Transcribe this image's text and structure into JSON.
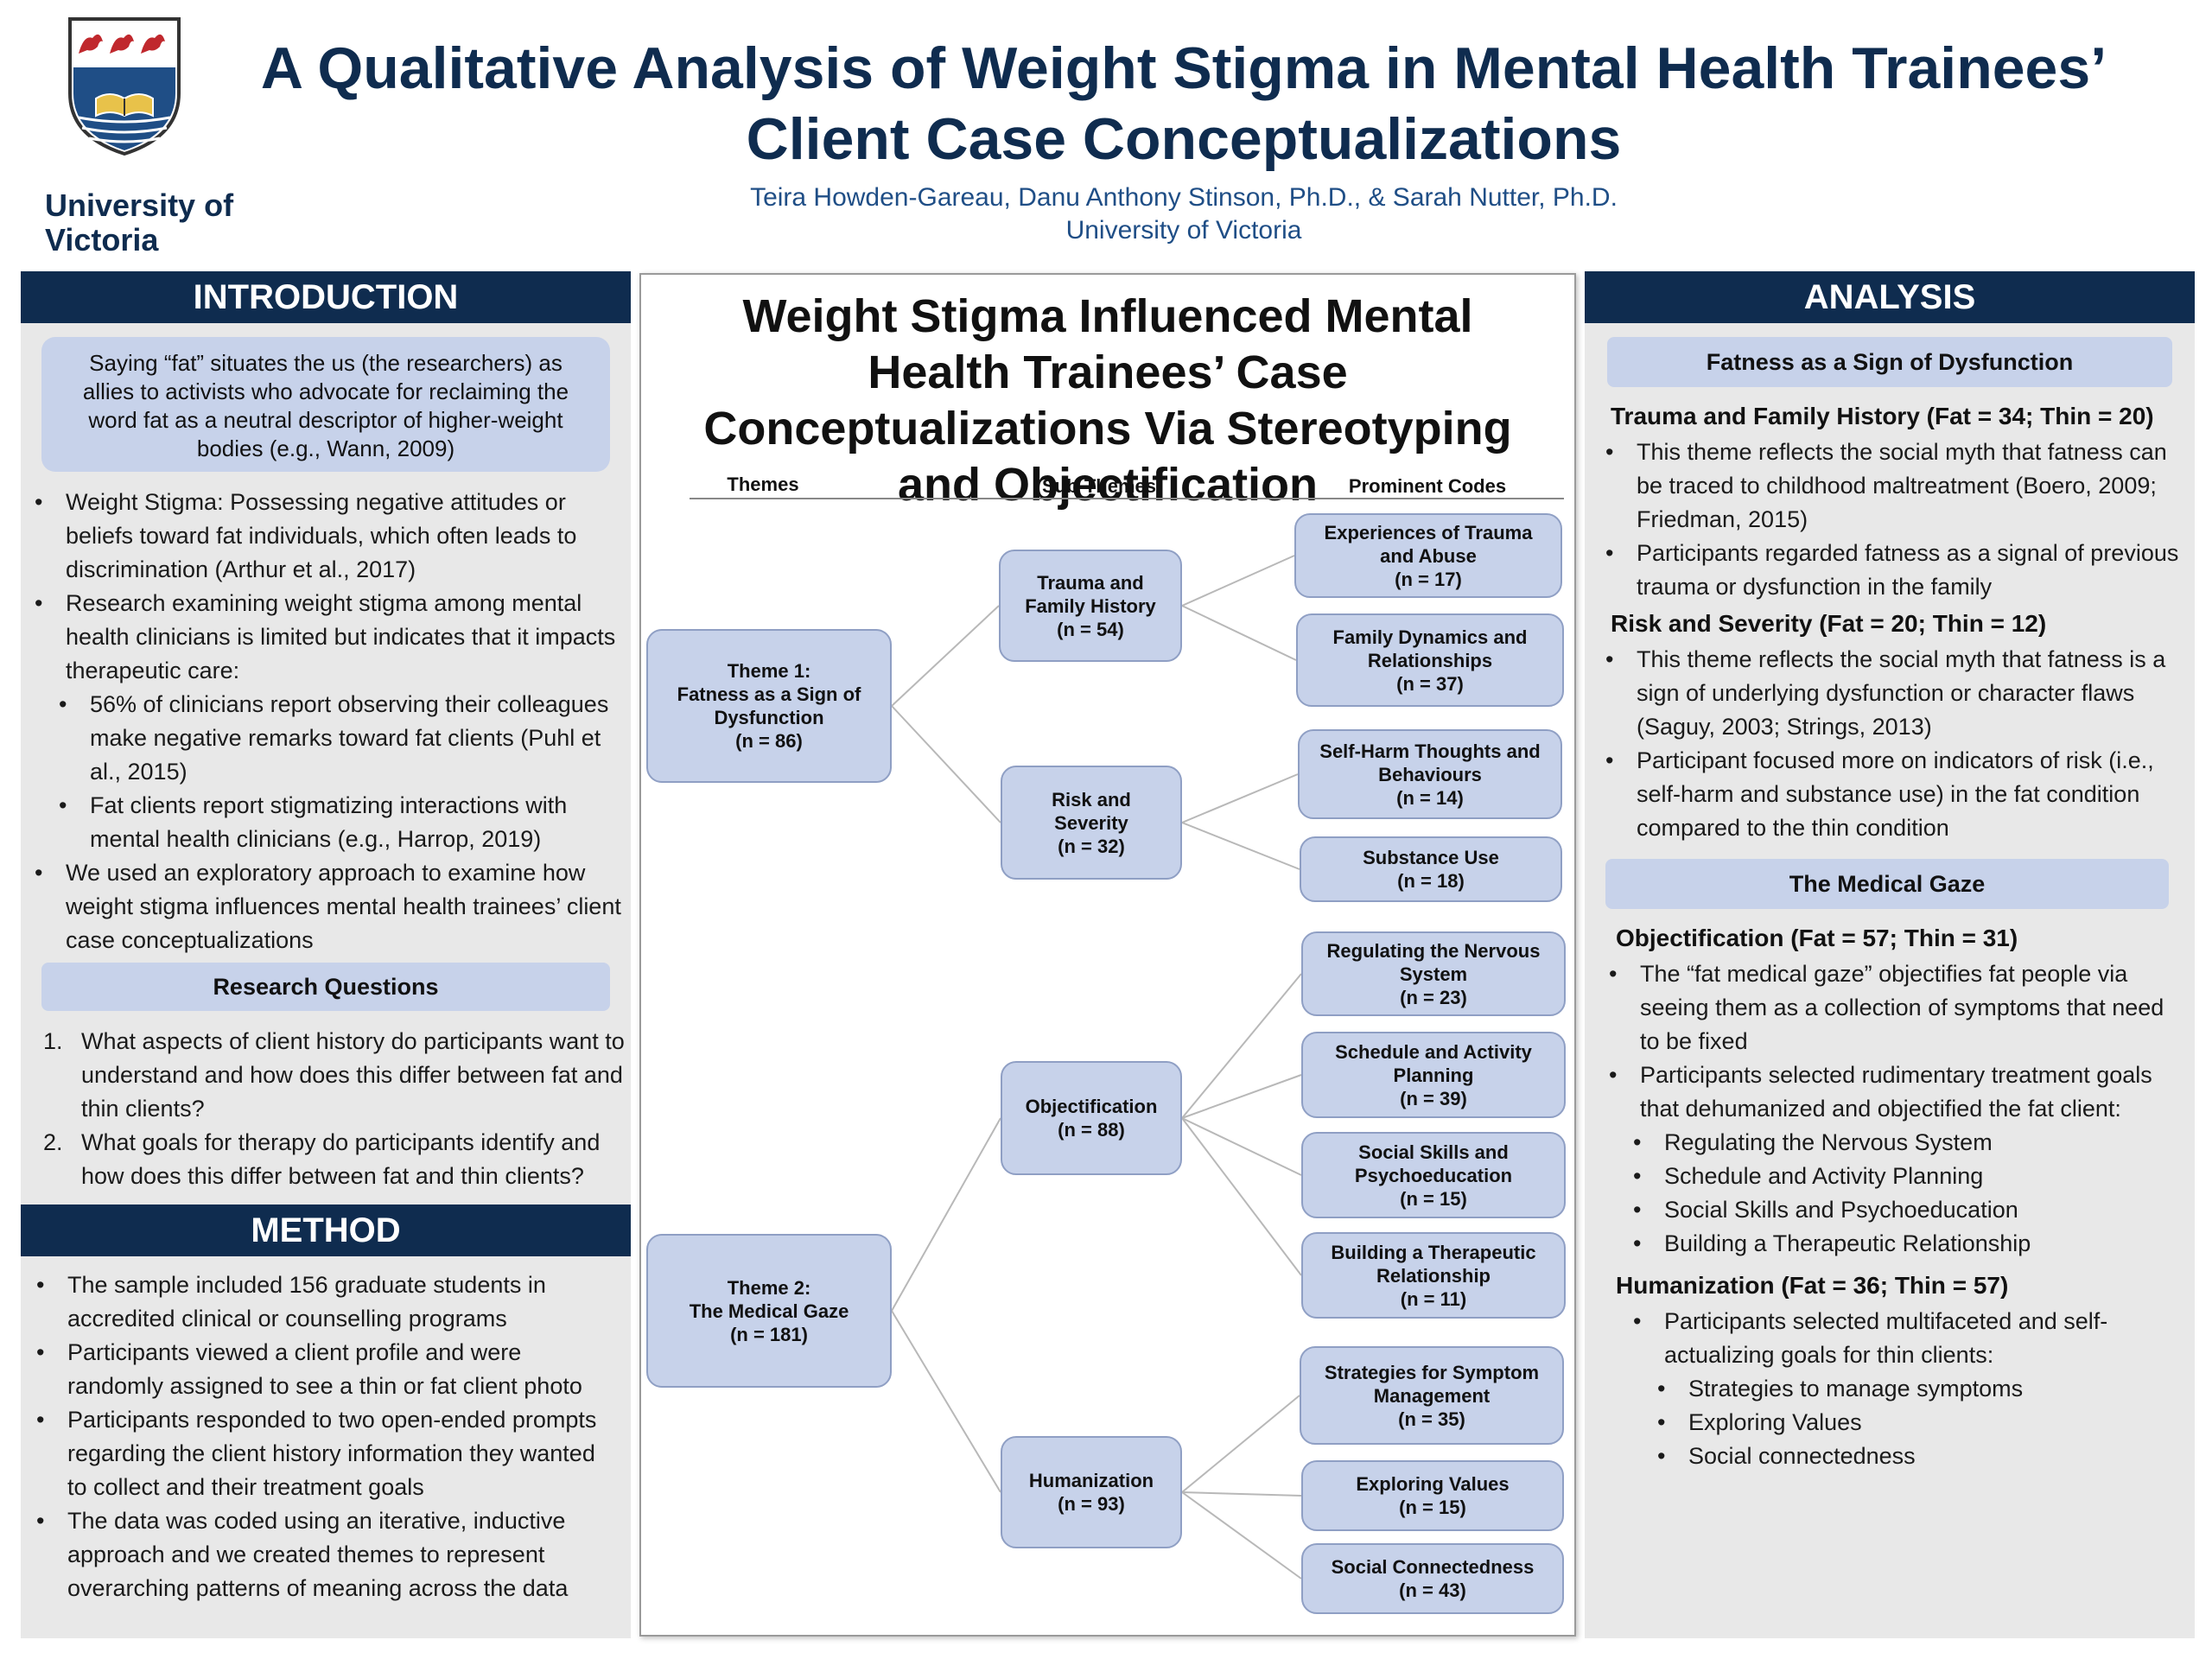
{
  "header": {
    "logo_text": "University of Victoria",
    "title_line1": "A Qualitative Analysis of Weight Stigma in Mental Health Trainees’",
    "title_line2": "Client Case Conceptualizations",
    "authors": "Teira Howden-Gareau, Danu  Anthony Stinson, Ph.D., & Sarah Nutter, Ph.D.",
    "affiliation": "University of Victoria"
  },
  "introduction": {
    "heading": "INTRODUCTION",
    "callout": "Saying “fat” situates the us (the researchers) as allies to activists who advocate for reclaiming the word fat as a neutral descriptor of higher-weight bodies (e.g., Wann, 2009)",
    "bullets": [
      {
        "text": "Weight Stigma: Possessing negative attitudes or beliefs toward fat individuals, which often leads to discrimination (Arthur et al., 2017)",
        "sub": false
      },
      {
        "text": "Research examining weight stigma among mental health clinicians is limited but indicates that it impacts therapeutic care:",
        "sub": false
      },
      {
        "text": "56% of clinicians report observing their colleagues make negative remarks toward fat clients (Puhl et al., 2015)",
        "sub": true
      },
      {
        "text": "Fat clients report stigmatizing interactions with mental health clinicians (e.g., Harrop, 2019)",
        "sub": true
      },
      {
        "text": "We used an exploratory approach to examine how weight stigma influences mental health trainees’ client case conceptualizations",
        "sub": false
      }
    ],
    "rq_heading": "Research Questions",
    "questions": [
      {
        "num": "1.",
        "text": "What aspects of client history do participants want to understand and how does this differ between fat and thin clients?"
      },
      {
        "num": "2.",
        "text": "What goals for therapy do participants identify and how does this differ between fat and thin clients?"
      }
    ]
  },
  "method": {
    "heading": "METHOD",
    "bullets": [
      "The sample included 156 graduate students in accredited clinical or counselling programs",
      "Participants viewed a client profile and were randomly assigned to see a thin or fat client photo",
      "Participants responded to two open-ended prompts regarding the client history information they wanted to collect and their treatment goals",
      "The data was coded using an iterative, inductive approach and we created themes to represent overarching patterns of meaning across the data"
    ]
  },
  "center": {
    "title": "Weight Stigma Influenced Mental Health Trainees’ Case Conceptualizations Via Stereotyping and Objectification",
    "col_themes": "Themes",
    "col_subthemes": "Sub-Themes",
    "col_codes": "Prominent Codes",
    "themes": [
      "Theme 1:\nFatness as a Sign of Dysfunction\n(n = 86)",
      "Theme 2:\nThe Medical Gaze\n(n = 181)"
    ],
    "subthemes": [
      "Trauma and\nFamily History\n(n = 54)",
      "Risk and\nSeverity\n(n = 32)",
      "Objectification\n(n = 88)",
      "Humanization\n(n = 93)"
    ],
    "codes": [
      "Experiences of Trauma\nand Abuse\n(n = 17)",
      "Family Dynamics and\nRelationships\n(n = 37)",
      "Self-Harm Thoughts and\nBehaviours\n(n = 14)",
      "Substance Use\n(n = 18)",
      "Regulating the Nervous\nSystem\n(n = 23)",
      "Schedule and Activity\nPlanning\n(n = 39)",
      "Social Skills and\nPsychoeducation\n(n = 15)",
      "Building a Therapeutic\nRelationship\n(n = 11)",
      "Strategies for Symptom\nManagement\n(n = 35)",
      "Exploring Values\n(n = 15)",
      "Social Connectedness\n(n = 43)"
    ]
  },
  "analysis": {
    "heading": "ANALYSIS",
    "section1_label": "Fatness as a Sign of Dysfunction",
    "sub1_title": "Trauma and Family History (Fat = 34; Thin = 20)",
    "sub1_bullets": [
      "This theme reflects the social myth that fatness can be traced to childhood maltreatment (Boero, 2009; Friedman, 2015)",
      "Participants regarded fatness as a signal of previous trauma or dysfunction in the family"
    ],
    "sub2_title": "Risk and Severity (Fat = 20; Thin = 12)",
    "sub2_bullets": [
      "This theme reflects the social myth that fatness is a sign of underlying dysfunction or character flaws (Saguy, 2003; Strings, 2013)",
      "Participant focused more on indicators of risk (i.e., self-harm and substance use) in the fat condition compared to the thin condition"
    ],
    "section2_label": "The Medical Gaze",
    "sub3_title": "Objectification (Fat = 57; Thin = 31)",
    "sub3_bullets": [
      {
        "text": "The “fat medical gaze” objectifies fat people via seeing them as a collection of symptoms that need to be fixed",
        "sub": false
      },
      {
        "text": "Participants selected rudimentary treatment goals that dehumanized and objectified the fat client:",
        "sub": false
      },
      {
        "text": "Regulating the Nervous System",
        "sub": true
      },
      {
        "text": "Schedule and Activity Planning",
        "sub": true
      },
      {
        "text": "Social Skills and Psychoeducation",
        "sub": true
      },
      {
        "text": "Building a Therapeutic Relationship",
        "sub": true
      }
    ],
    "sub4_title": "Humanization (Fat = 36; Thin = 57)",
    "sub4_bullets": [
      {
        "text": "Participants selected multifaceted and self-actualizing goals for thin clients:",
        "sub": false
      },
      {
        "text": "Strategies to manage symptoms",
        "sub": true
      },
      {
        "text": "Exploring Values",
        "sub": true
      },
      {
        "text": "Social connectedness",
        "sub": true
      }
    ]
  },
  "colors": {
    "navy": "#0f2c4f",
    "pill": "#c7d2ea",
    "panel": "#e8e8e8",
    "author_blue": "#1f4e86",
    "crest_red": "#c0282d"
  }
}
